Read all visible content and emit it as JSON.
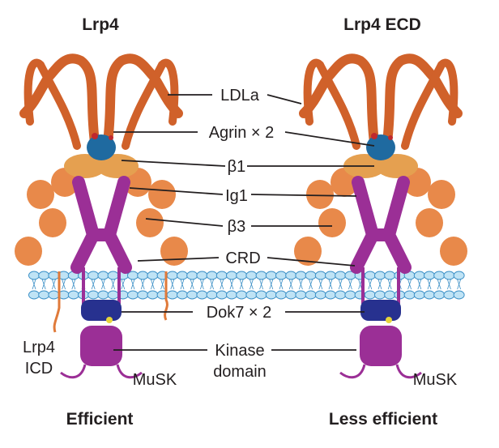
{
  "titles": {
    "left": "Lrp4",
    "right": "Lrp4 ECD"
  },
  "labels": {
    "ldla": "LDLa",
    "agrin": "Agrin × 2",
    "beta1": "β1",
    "ig1": "Ig1",
    "beta3": "β3",
    "crd": "CRD",
    "dok7": "Dok7 × 2",
    "kinase_line1": "Kinase",
    "kinase_line2": "domain",
    "lrp4icd_line1": "Lrp4",
    "lrp4icd_line2": "ICD",
    "musk_left": "MuSK",
    "musk_right": "MuSK"
  },
  "captions": {
    "left": "Efficient",
    "right": "Less efficient"
  },
  "colors": {
    "ldla": "#d0612a",
    "beta": "#e8894a",
    "beta1": "#e5a050",
    "agrin": "#1f6aa0",
    "musk": "#9b2f96",
    "dok7": "#27318f",
    "membrane": "#bfe3f5",
    "membrane_stroke": "#3a8fc6"
  }
}
